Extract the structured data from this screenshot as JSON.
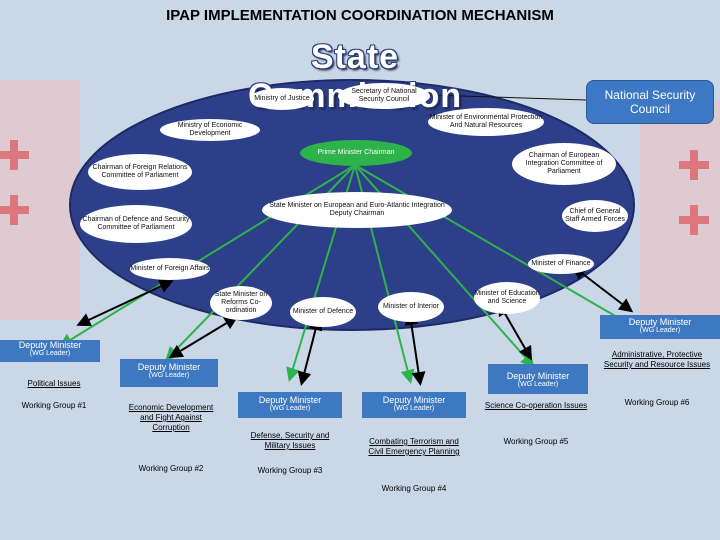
{
  "header": {
    "title": "IPAP IMPLEMENTATION COORDINATION MECHANISM",
    "commission": "State Commission"
  },
  "colors": {
    "ellipse": "#2e3f8a",
    "accent_green": "#2db34a",
    "header_blue": "#3e78c0",
    "arrow": "#2db34a"
  },
  "national_security_council": "National Security Council",
  "members": {
    "ministry_justice": "Ministry of Justice",
    "secretary_nsc": "Secretary of National Security Council",
    "minister_environment": "Minister of Environmental Protection And Natural Resources",
    "ministry_economic": "Ministry of Economic Development",
    "prime_minister": "Prime Minister Chairman",
    "chair_european": "Chairman of European Integration Committee of Parliament",
    "chair_foreign": "Chairman of Foreign Relations Committee of Parliament",
    "state_minister": "State Minister on European and Euro-Atlantic Integration Deputy Chairman",
    "chief_staff": "Chief of General Staff Armed Forces",
    "chair_defence": "Chairman of Defence and Security Committee of Parliament",
    "minister_foreign": "Minister of Foreign Affairs",
    "minister_finance": "Minister of Finance",
    "state_minister_reforms": "State Minister on Reforms Co-ordination",
    "minister_defence": "Minister of Defence",
    "minister_interior": "Minister of Interior",
    "minister_education": "Minister of Education and Science"
  },
  "working_groups": [
    {
      "deputy": "Deputy Minister",
      "leader": "(WG Leader)",
      "topic": "Political Issues",
      "name": "Working Group #1"
    },
    {
      "deputy": "Deputy Minister",
      "leader": "(WG Leader)",
      "topic": "Economic Development and Fight Against Corruption",
      "name": "Working Group #2"
    },
    {
      "deputy": "Deputy Minister",
      "leader": "(WG Leader)",
      "topic": "Defense, Security and Military Issues",
      "name": "Working Group #3"
    },
    {
      "deputy": "Deputy Minister",
      "leader": "(WG Leader)",
      "topic": "Combating Terrorism and Civil Emergency Planning",
      "name": "Working Group #4"
    },
    {
      "deputy": "Deputy Minister",
      "leader": "(WG Leader)",
      "topic": "Science Co-operation Issues",
      "name": "Working Group #5"
    },
    {
      "deputy": "Deputy Minister",
      "leader": "(WG Leader)",
      "topic": "Administrative, Protective Security and Resource Issues",
      "name": "Working Group #6"
    }
  ]
}
